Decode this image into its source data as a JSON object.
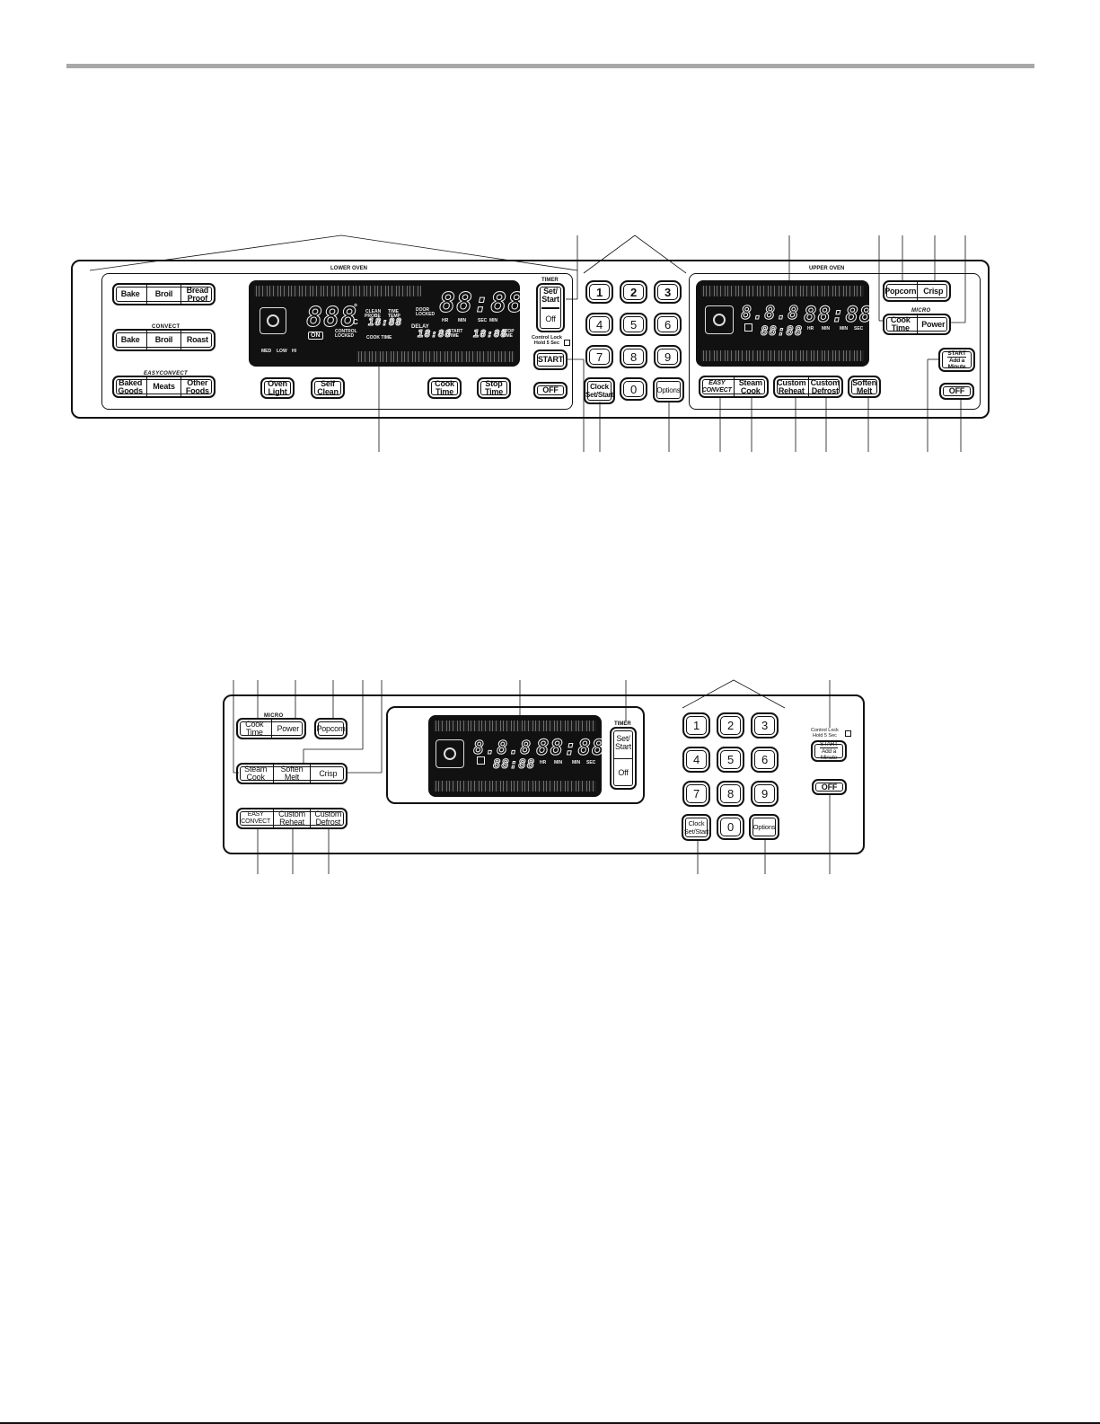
{
  "colors": {
    "ink": "#111111",
    "rule": "#a8a8a8",
    "display_bg": "#111111",
    "display_fg": "#f2f2f2"
  },
  "double_oven": {
    "lower_oven_label": "LOWER OVEN",
    "upper_oven_label": "UPPER OVEN",
    "lower_buttons": {
      "row1": [
        "Bake",
        "Broil",
        "Bread\nProof"
      ],
      "convect_label": "CONVECT",
      "row2": [
        "Bake",
        "Broil",
        "Roast"
      ],
      "easyconvect_label": "EASYCONVECT",
      "row3": [
        "Baked\nGoods",
        "Meats",
        "Other\nFoods"
      ],
      "oven_light": "Oven\nLight",
      "self_clean": "Self\nClean",
      "cook_time": "Cook\nTime",
      "stop_time": "Stop\nTime"
    },
    "timer": {
      "label": "TIMER",
      "set_start": "Set/\nStart",
      "off": "Off"
    },
    "control_lock": "Control Lock\nHold 5 Sec",
    "start": "START",
    "off": "OFF",
    "keypad": [
      "1",
      "2",
      "3",
      "4",
      "5",
      "6",
      "7",
      "8",
      "9"
    ],
    "clock": "Clock\nSet/Start",
    "zero": "0",
    "options": "Options",
    "lower_display": {
      "temp": "888",
      "deg": "°",
      "c": "C",
      "on": "ON",
      "clean": "CLEAN",
      "probe": "PROBE",
      "time": "TIME",
      "temp_lbl": "TEMP",
      "door_locked": "DOOR\nLOCKED",
      "control_locked": "CONTROL\nLOCKED",
      "clock": "88:88",
      "hr": "HR",
      "min": "MIN",
      "sec": "SEC",
      "small_clock": "18:88",
      "delay": "DELAY",
      "cook_time": "COOK TIME",
      "start_time_val": "18:88",
      "start_time": "START\nTIME",
      "stop_time_val": "18:88",
      "stop_time": "STOP\nTIME",
      "med": "MED",
      "low": "LOW",
      "hi": "HI"
    },
    "micro_buttons": {
      "popcorn": "Popcorn",
      "crisp": "Crisp",
      "micro_label": "MICRO",
      "cook_time": "Cook\nTime",
      "power": "Power",
      "easy_convect": "EASY\nCONVECT",
      "steam_cook": "Steam\nCook",
      "custom_reheat": "Custom\nReheat",
      "custom_defrost": "Custom\nDefrost",
      "soften_melt": "Soften\nMelt",
      "start_add": "START",
      "add_minute": "Add a\nMinute",
      "off": "OFF"
    },
    "upper_display": {
      "power": "8.8.8",
      "clock": "88:88",
      "small": "88:88",
      "hr": "HR",
      "min": "MIN",
      "sec": "SEC"
    }
  },
  "single_oven": {
    "micro_label": "MICRO",
    "cook_time": "Cook\nTime",
    "power": "Power",
    "popcorn": "Popcorn",
    "steam_cook": "Steam\nCook",
    "soften_melt": "Soften\nMelt",
    "crisp": "Crisp",
    "easy_convect": "EASY\nCONVECT",
    "custom_reheat": "Custom\nReheat",
    "custom_defrost": "Custom\nDefrost",
    "timer_label": "TIMER",
    "set_start": "Set/\nStart",
    "timer_off": "Off",
    "keypad": [
      "1",
      "2",
      "3",
      "4",
      "5",
      "6",
      "7",
      "8",
      "9"
    ],
    "clock": "Clock\nSet/Start",
    "zero": "0",
    "options": "Options",
    "control_lock": "Control Lock\nHold 5 Sec",
    "start": "START",
    "add_minute": "Add a\nMinute",
    "off": "OFF",
    "display": {
      "power": "8.8.8",
      "clock": "88:88",
      "small": "88:88",
      "hr": "HR",
      "min": "MIN",
      "sec": "SEC"
    }
  }
}
